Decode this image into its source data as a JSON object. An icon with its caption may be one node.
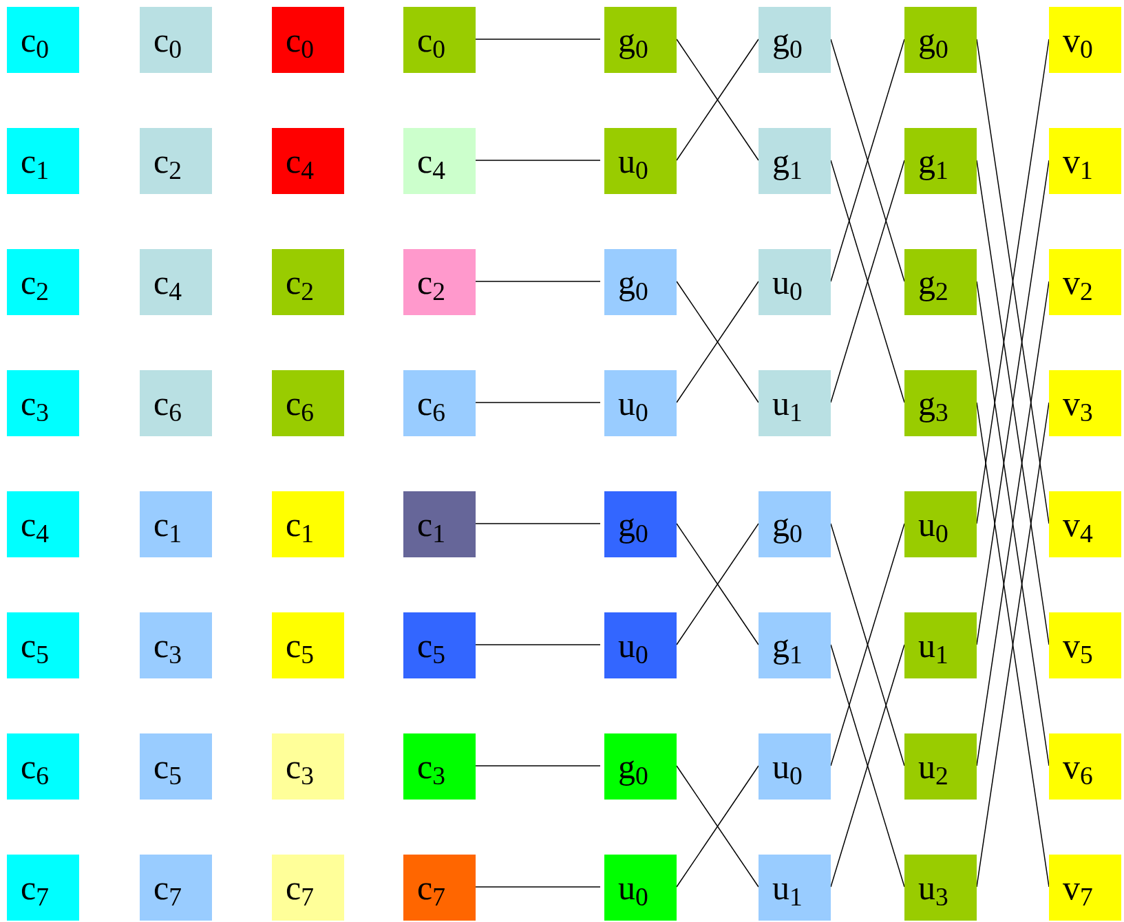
{
  "diagram": {
    "nodes": [
      {
        "text": [
          "c$_{0}$"
        ]
      },
      {
        "text": [
          "c$_{0}$"
        ]
      },
      {
        "text": [
          "c$_{0}$"
        ]
      },
      {
        "text": [
          "c$_{0}$"
        ]
      },
      {
        "text": [
          "g$_{0}$"
        ]
      },
      {
        "text": [
          "g$_{0}$"
        ]
      },
      {
        "text": [
          "g$_{0}$"
        ]
      },
      {
        "text": [
          "v$_{0}$"
        ]
      },
      {
        "text": [
          "c$_{1}$"
        ]
      },
      {
        "text": [
          "c$_{2}$"
        ]
      },
      {
        "text": [
          "c$_{4}$"
        ]
      },
      {
        "text": [
          "c$_{4}$"
        ]
      },
      {
        "text": [
          "u$_{0}$"
        ]
      },
      {
        "text": [
          "g$_{1}$"
        ]
      },
      {
        "text": [
          "g$_{1}$"
        ]
      },
      {
        "text": [
          "v$_{1}$"
        ]
      },
      {
        "text": [
          "c$_{2}$"
        ]
      },
      {
        "text": [
          "c$_{4}$"
        ]
      },
      {
        "text": [
          "c$_{2}$"
        ]
      },
      {
        "text": [
          "c$_{2}$"
        ]
      },
      {
        "text": [
          "g$_{0}$"
        ]
      },
      {
        "text": [
          "u$_{0}$"
        ]
      },
      {
        "text": [
          "g$_{2}$"
        ]
      },
      {
        "text": [
          "v$_{2}$"
        ]
      },
      {
        "text": [
          "c$_{3}$"
        ]
      },
      {
        "text": [
          "c$_{6}$"
        ]
      },
      {
        "text": [
          "c$_{6}$"
        ]
      },
      {
        "text": [
          "c$_{6}$"
        ]
      },
      {
        "text": [
          "u$_{0}$"
        ]
      },
      {
        "text": [
          "u$_{1}$"
        ]
      },
      {
        "text": [
          "g$_{3}$"
        ]
      },
      {
        "text": [
          "v$_{3}$"
        ]
      },
      {
        "text": [
          "c$_{4}$"
        ]
      },
      {
        "text": [
          "c$_{1}$"
        ]
      },
      {
        "text": [
          "c$_{1}$"
        ]
      },
      {
        "text": [
          "c$_{1}$"
        ]
      },
      {
        "text": [
          "g$_{0}$"
        ]
      },
      {
        "text": [
          "g$_{0}$"
        ]
      },
      {
        "text": [
          "u$_{0}$"
        ]
      },
      {
        "text": [
          "v$_{4}$"
        ]
      },
      {
        "text": [
          "c$_{5}$"
        ]
      },
      {
        "text": [
          "c$_{3}$"
        ]
      },
      {
        "text": [
          "c$_{5}$"
        ]
      },
      {
        "text": [
          "c$_{5}$"
        ]
      },
      {
        "text": [
          "u$_{0}$"
        ]
      },
      {
        "text": [
          "g$_{1}$"
        ]
      },
      {
        "text": [
          "u$_{1}$"
        ]
      },
      {
        "text": [
          "v$_{5}$"
        ]
      },
      {
        "text": [
          "c$_{6}$"
        ]
      },
      {
        "text": [
          "c$_{5}$"
        ]
      },
      {
        "text": [
          "c$_{3}$"
        ]
      },
      {
        "text": [
          "c$_{3}$"
        ]
      },
      {
        "text": [
          "g$_{0}$"
        ]
      },
      {
        "text": [
          "u$_{0}$"
        ]
      },
      {
        "text": [
          "u$_{2}$"
        ]
      },
      {
        "text": [
          "v$_{6}$"
        ]
      },
      {
        "text": [
          "c$_{7}$"
        ]
      },
      {
        "text": [
          "c$_{7}$"
        ]
      },
      {
        "text": [
          "c$_{7}$"
        ]
      },
      {
        "text": [
          "c$_{7}$"
        ]
      },
      {
        "text": [
          "u$_{0}$"
        ]
      },
      {
        "text": [
          "u$_{1}$"
        ]
      },
      {
        "text": [
          "u$_{3}$"
        ]
      },
      {
        "text": [
          "v$_{7}$"
        ]
      }
    ],
    "edges": [
      {
        "from": 3,
        "to": 4,
        "arrow": "none"
      },
      {
        "from": 11,
        "to": 12,
        "arrow": "none"
      },
      {
        "from": 19,
        "to": 20,
        "arrow": "none"
      },
      {
        "from": 27,
        "to": 28,
        "arrow": "none"
      },
      {
        "from": 35,
        "to": 36,
        "arrow": "none"
      },
      {
        "from": 43,
        "to": 44,
        "arrow": "none"
      },
      {
        "from": 51,
        "to": 52,
        "arrow": "none"
      },
      {
        "from": 59,
        "to": 60,
        "arrow": "none"
      },
      {
        "from": 4,
        "to": 13,
        "arrow": "none"
      },
      {
        "from": 12,
        "to": 5,
        "arrow": "none"
      },
      {
        "from": 20,
        "to": 29,
        "arrow": "none"
      },
      {
        "from": 28,
        "to": 21,
        "arrow": "none"
      },
      {
        "from": 36,
        "to": 45,
        "arrow": "none"
      },
      {
        "from": 44,
        "to": 37,
        "arrow": "none"
      },
      {
        "from": 52,
        "to": 61,
        "arrow": "none"
      },
      {
        "from": 60,
        "to": 53,
        "arrow": "none"
      },
      {
        "from": 5,
        "to": 22,
        "arrow": "none"
      },
      {
        "from": 13,
        "to": 30,
        "arrow": "none"
      },
      {
        "from": 21,
        "to": 6,
        "arrow": "none"
      },
      {
        "from": 29,
        "to": 14,
        "arrow": "none"
      },
      {
        "from": 37,
        "to": 54,
        "arrow": "none"
      },
      {
        "from": 45,
        "to": 62,
        "arrow": "none"
      },
      {
        "from": 53,
        "to": 38,
        "arrow": "none"
      },
      {
        "from": 61,
        "to": 46,
        "arrow": "none"
      },
      {
        "from": 6,
        "to": 39,
        "arrow": "none"
      },
      {
        "from": 14,
        "to": 47,
        "arrow": "none"
      },
      {
        "from": 22,
        "to": 55,
        "arrow": "none"
      },
      {
        "from": 30,
        "to": 63,
        "arrow": "none"
      },
      {
        "from": 38,
        "to": 7,
        "arrow": "none"
      },
      {
        "from": 46,
        "to": 15,
        "arrow": "none"
      },
      {
        "from": 54,
        "to": 23,
        "arrow": "none"
      },
      {
        "from": 62,
        "to": 31,
        "arrow": "none"
      }
    ]
  }
}
